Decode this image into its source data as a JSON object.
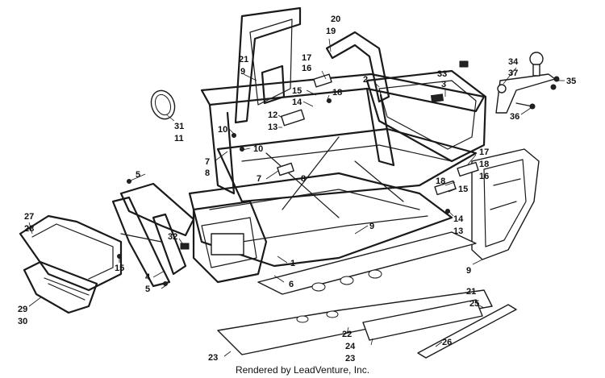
{
  "credit": "Rendered by LeadVenture, Inc.",
  "callouts": [
    {
      "id": "c20",
      "text": "20"
    },
    {
      "id": "c19",
      "text": "19"
    },
    {
      "id": "c17a",
      "text": "17"
    },
    {
      "id": "c16a",
      "text": "16"
    },
    {
      "id": "c21a",
      "text": "21"
    },
    {
      "id": "c9a",
      "text": "9"
    },
    {
      "id": "c2",
      "text": "2"
    },
    {
      "id": "c33",
      "text": "33"
    },
    {
      "id": "c3",
      "text": "3"
    },
    {
      "id": "c34",
      "text": "34"
    },
    {
      "id": "c37",
      "text": "37"
    },
    {
      "id": "c35",
      "text": "35"
    },
    {
      "id": "c15a",
      "text": "15"
    },
    {
      "id": "c14a",
      "text": "14"
    },
    {
      "id": "c18a",
      "text": "18"
    },
    {
      "id": "c12",
      "text": "12"
    },
    {
      "id": "c13a",
      "text": "13"
    },
    {
      "id": "c31",
      "text": "31"
    },
    {
      "id": "c11",
      "text": "11"
    },
    {
      "id": "c10a",
      "text": "10"
    },
    {
      "id": "c10b",
      "text": "10"
    },
    {
      "id": "c36",
      "text": "36"
    },
    {
      "id": "c7a",
      "text": "7"
    },
    {
      "id": "c8a",
      "text": "8"
    },
    {
      "id": "c17b",
      "text": "17"
    },
    {
      "id": "c18b",
      "text": "18"
    },
    {
      "id": "c16b",
      "text": "16"
    },
    {
      "id": "c5a",
      "text": "5"
    },
    {
      "id": "c7b",
      "text": "7"
    },
    {
      "id": "c8b",
      "text": "8"
    },
    {
      "id": "c18c",
      "text": "18"
    },
    {
      "id": "c15b",
      "text": "15"
    },
    {
      "id": "c27",
      "text": "27"
    },
    {
      "id": "c28",
      "text": "28"
    },
    {
      "id": "c9b",
      "text": "9"
    },
    {
      "id": "c14b",
      "text": "14"
    },
    {
      "id": "c13b",
      "text": "13"
    },
    {
      "id": "c32",
      "text": "32"
    },
    {
      "id": "c15c",
      "text": "15"
    },
    {
      "id": "c1",
      "text": "1"
    },
    {
      "id": "c4",
      "text": "4"
    },
    {
      "id": "c6",
      "text": "6"
    },
    {
      "id": "c5b",
      "text": "5"
    },
    {
      "id": "c9c",
      "text": "9"
    },
    {
      "id": "c21b",
      "text": "21"
    },
    {
      "id": "c29",
      "text": "29"
    },
    {
      "id": "c30",
      "text": "30"
    },
    {
      "id": "c25",
      "text": "25"
    },
    {
      "id": "c22",
      "text": "22"
    },
    {
      "id": "c24",
      "text": "24"
    },
    {
      "id": "c23a",
      "text": "23"
    },
    {
      "id": "c23b",
      "text": "23"
    },
    {
      "id": "c26",
      "text": "26"
    }
  ]
}
